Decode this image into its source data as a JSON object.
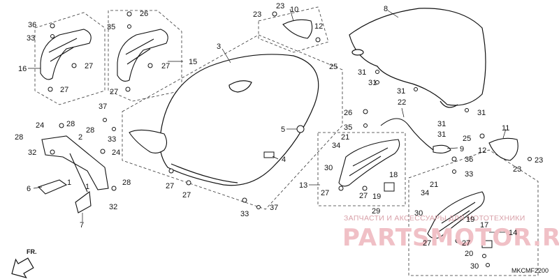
{
  "diagram": {
    "code": "MKCMF2200",
    "direction_label": "FR.",
    "watermark": {
      "text": "ЗАПЧАСТИ И АКСЕССУАРЫ ДЛЯ МОТОТЕХНИКИ",
      "logo": "PARTSMOTOR.RU"
    },
    "callouts": [
      "1",
      "2",
      "3",
      "4",
      "5",
      "6",
      "7",
      "8",
      "9",
      "10",
      "11",
      "12",
      "13",
      "14",
      "15",
      "16",
      "17",
      "18",
      "19",
      "20",
      "21",
      "22",
      "23",
      "24",
      "25",
      "26",
      "27",
      "28",
      "29",
      "30",
      "31",
      "32",
      "33",
      "34",
      "35",
      "36",
      "37"
    ]
  }
}
